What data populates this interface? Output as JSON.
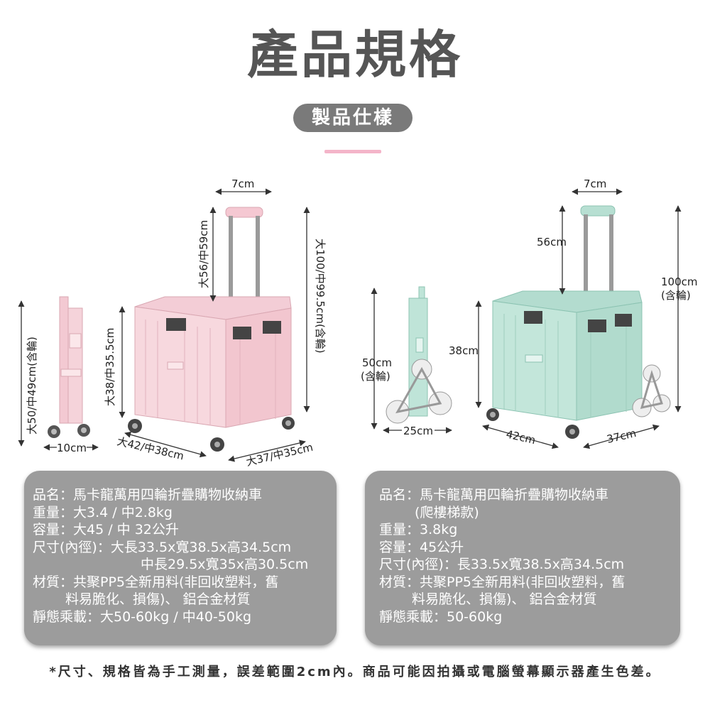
{
  "title": "產品規格",
  "badge": "製品仕樣",
  "pink_cart": {
    "color": "#f5d3da",
    "dims": {
      "width_side": "10cm",
      "height_side": "大50/中49cm(含輪)",
      "box_height": "大38/中35.5cm",
      "handle_top": "7cm",
      "handle_height": "大56/中59cm",
      "total_height": "大100/中99.5cm(含輪)",
      "length": "大42/中38cm",
      "depth": "大37/中35cm"
    }
  },
  "green_cart": {
    "color": "#bfe4d8",
    "dims": {
      "handle_top": "7cm",
      "handle_height": "56cm",
      "total_height_a": "100cm",
      "total_height_b": "(含輪)",
      "side_height_a": "50cm",
      "side_height_b": "(含輪)",
      "box_height": "38cm",
      "side_width": "25cm",
      "length": "42cm",
      "depth": "37cm"
    }
  },
  "spec_left": {
    "lines": [
      "品名：馬卡龍萬用四輪折疊購物收納車",
      "重量：大3.4 / 中2.8kg",
      "容量：大45 / 中 32公升",
      "尺寸(內徑)：大長33.5x寬38.5x高34.5cm",
      "中長29.5x寬35x高30.5cm",
      "材質：共聚PP5全新用料(非回收塑料，舊",
      "料易脆化、損傷)、 鋁合金材質",
      "靜態乘載：大50-60kg / 中40-50kg"
    ]
  },
  "spec_right": {
    "lines": [
      "品名：馬卡龍萬用四輪折疊購物收納車",
      "(爬樓梯款)",
      "重量：3.8kg",
      "容量：45公升",
      "尺寸(內徑)：長33.5x寬38.5x高34.5cm",
      "材質：共聚PP5全新用料(非回收塑料，舊",
      "料易脆化、損傷)、 鋁合金材質",
      "靜態乘載：50-60kg"
    ]
  },
  "footnote": "*尺寸、規格皆為手工測量，誤差範圍2cm內。商品可能因拍攝或電腦螢幕顯示器產生色差。"
}
